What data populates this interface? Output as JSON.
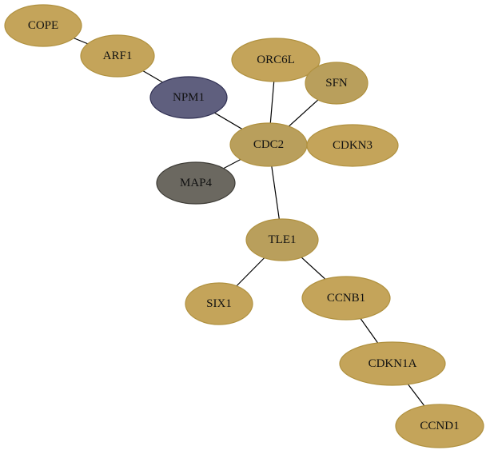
{
  "colors": {
    "gold": "#c4a45a",
    "gold_dark": "#b99f5c",
    "gold_stroke": "#b0913f",
    "navy": "#5f5f7e",
    "navy_stroke": "#2f2f52",
    "gray": "#6b6860",
    "gray_stroke": "#3d3b35"
  },
  "nodes": [
    {
      "id": "COPE",
      "label": "COPE",
      "color": "gold"
    },
    {
      "id": "ARF1",
      "label": "ARF1",
      "color": "gold"
    },
    {
      "id": "NPM1",
      "label": "NPM1",
      "color": "navy"
    },
    {
      "id": "ORC6L",
      "label": "ORC6L",
      "color": "gold"
    },
    {
      "id": "SFN",
      "label": "SFN",
      "color": "gold_dark"
    },
    {
      "id": "CDC2",
      "label": "CDC2",
      "color": "gold_dark"
    },
    {
      "id": "CDKN3",
      "label": "CDKN3",
      "color": "gold"
    },
    {
      "id": "MAP4",
      "label": "MAP4",
      "color": "gray"
    },
    {
      "id": "TLE1",
      "label": "TLE1",
      "color": "gold_dark"
    },
    {
      "id": "SIX1",
      "label": "SIX1",
      "color": "gold"
    },
    {
      "id": "CCNB1",
      "label": "CCNB1",
      "color": "gold"
    },
    {
      "id": "CDKN1A",
      "label": "CDKN1A",
      "color": "gold"
    },
    {
      "id": "CCND1",
      "label": "CCND1",
      "color": "gold"
    }
  ],
  "edges": [
    [
      "COPE",
      "ARF1"
    ],
    [
      "ARF1",
      "NPM1"
    ],
    [
      "NPM1",
      "CDC2"
    ],
    [
      "ORC6L",
      "CDC2"
    ],
    [
      "SFN",
      "CDC2"
    ],
    [
      "MAP4",
      "CDC2"
    ],
    [
      "CDC2",
      "TLE1"
    ],
    [
      "TLE1",
      "SIX1"
    ],
    [
      "TLE1",
      "CCNB1"
    ],
    [
      "CCNB1",
      "CDKN1A"
    ],
    [
      "CDKN1A",
      "CCND1"
    ]
  ]
}
